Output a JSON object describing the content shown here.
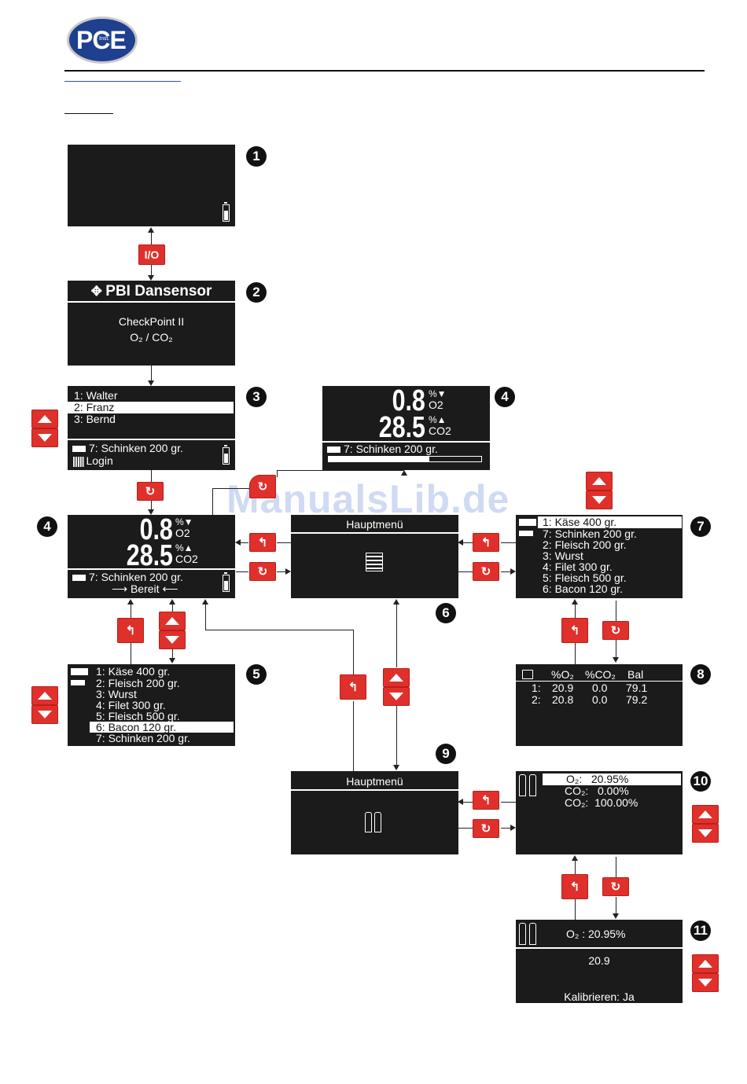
{
  "header": {
    "logo_text": "PCE",
    "logo_sub": "Inst."
  },
  "watermark": "ManualsLib.de",
  "icons": {
    "up": "triangle-up",
    "down": "triangle-down",
    "back": "back-arrow",
    "ok": "enter-arrow",
    "power": "I/O"
  },
  "btn_power_label": "I/O",
  "steps": [
    "1",
    "2",
    "3",
    "4",
    "4",
    "5",
    "6",
    "7",
    "8",
    "9",
    "10",
    "11"
  ],
  "s2": {
    "brand": "PBI Dansensor",
    "product": "CheckPoint II",
    "gas": "O₂ / CO₂"
  },
  "s3": {
    "items": [
      "1: Walter",
      "2: Franz",
      "3: Bernd"
    ],
    "product": "7: Schinken 200 gr.",
    "login": "Login"
  },
  "s4a": {
    "o2": "0.8",
    "co2": "28.5",
    "unit_o2": "%▼",
    "lab_o2": "O2",
    "unit_co2": "%▲",
    "lab_co2": "CO2",
    "product": "7: Schinken 200 gr."
  },
  "s4b": {
    "o2": "0.8",
    "co2": "28.5",
    "unit_o2": "%▼",
    "lab_o2": "O2",
    "unit_co2": "%▲",
    "lab_co2": "CO2",
    "product": "7: Schinken 200 gr.",
    "status": "Bereit"
  },
  "s5": {
    "items": [
      "1: Käse 400 gr.",
      "2: Fleisch 200 gr.",
      "3: Wurst",
      "4: Filet 300 gr.",
      "5: Fleisch 500 gr.",
      "6: Bacon 120 gr.",
      "7: Schinken 200 gr."
    ]
  },
  "s6": {
    "title": "Hauptmenü"
  },
  "s7": {
    "items": [
      "1: Käse 400 gr.",
      "7: Schinken 200 gr.",
      "2: Fleisch 200 gr.",
      "3: Wurst",
      "4: Filet 300 gr.",
      "5: Fleisch 500 gr.",
      "6: Bacon 120 gr."
    ]
  },
  "s8": {
    "headers": [
      "%O₂",
      "%CO₂",
      "Bal"
    ],
    "rows": [
      [
        "1:",
        "20.9",
        "0.0",
        "79.1"
      ],
      [
        "2:",
        "20.8",
        "0.0",
        "79.2"
      ]
    ]
  },
  "s9": {
    "title": "Hauptmenü"
  },
  "s10": {
    "rows": [
      "O₂:   20.95%",
      "CO₂:   0.00%",
      "CO₂:  100.00%"
    ]
  },
  "s11": {
    "header": "O₂ : 20.95%",
    "value": "20.9",
    "footer": "Kalibrieren: Ja"
  }
}
